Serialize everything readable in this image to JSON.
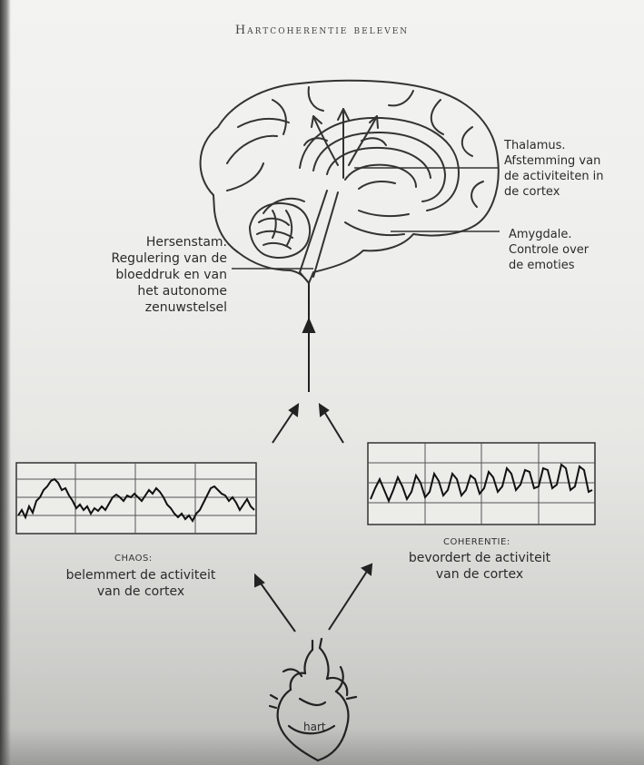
{
  "running_head": "Hartcoherentie beleven",
  "labels": {
    "thalamus": [
      "Thalamus.",
      "Afstemming van",
      "de activiteiten in",
      "de cortex"
    ],
    "amygdale": [
      "Amygdale.",
      "Controle over",
      "de emoties"
    ],
    "hersenstam": [
      "Hersenstam.",
      "Regulering van de",
      "bloeddruk en van",
      "het autonome",
      "zenuwstelsel"
    ],
    "chaos_title": "CHAOS:",
    "chaos_desc": [
      "belemmert de activiteit",
      "van de cortex"
    ],
    "coherentie_title": "COHERENTIE:",
    "coherentie_desc": [
      "bevordert de activiteit",
      "van de cortex"
    ],
    "heart": "hart"
  },
  "icons": {
    "brain": "brain-illustration-icon",
    "heart": "heart-illustration-icon"
  }
}
